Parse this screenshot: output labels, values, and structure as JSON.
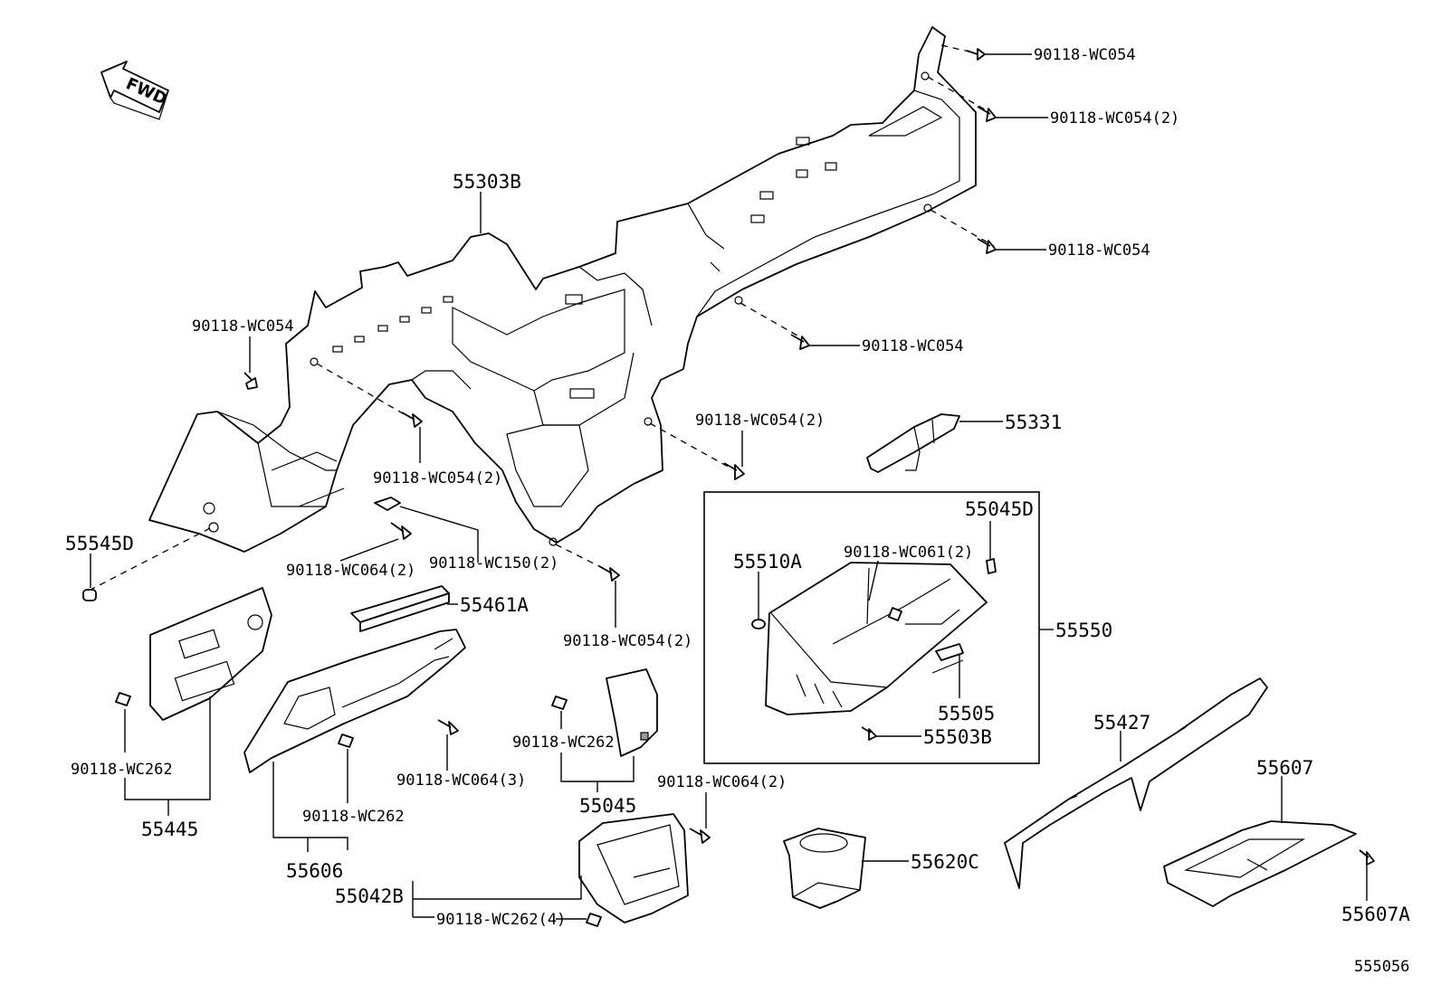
{
  "diagram": {
    "figure_number": "555056",
    "direction_marker": "FWD",
    "parts": {
      "p55303B": "55303B",
      "p55331": "55331",
      "p55545D": "55545D",
      "p55461A": "55461A",
      "p55445": "55445",
      "p55606": "55606",
      "p55045": "55045",
      "p55042B": "55042B",
      "p55550": "55550",
      "p55045D": "55045D",
      "p55510A": "55510A",
      "p55505": "55505",
      "p55503B": "55503B",
      "p55427": "55427",
      "p55607": "55607",
      "p55607A": "55607A",
      "p55620C": "55620C"
    },
    "fasteners": {
      "f_tr_1": "90118-WC054",
      "f_tr_2": "90118-WC054(2)",
      "f_tr_3": "90118-WC054",
      "f_mid_r": "90118-WC054",
      "f_left": "90118-WC054",
      "f_center_2": "90118-WC054(2)",
      "f_right_2": "90118-WC054(2)",
      "f_low_2": "90118-WC054(2)",
      "f_wc064_2a": "90118-WC064(2)",
      "f_wc150": "90118-WC150(2)",
      "f_wc262_a": "90118-WC262",
      "f_wc262_b": "90118-WC262",
      "f_wc262_c": "90118-WC262",
      "f_wc064_3": "90118-WC064(3)",
      "f_wc064_2b": "90118-WC064(2)",
      "f_wc262_4": "90118-WC262(4)",
      "f_wc061": "90118-WC061(2)"
    }
  }
}
